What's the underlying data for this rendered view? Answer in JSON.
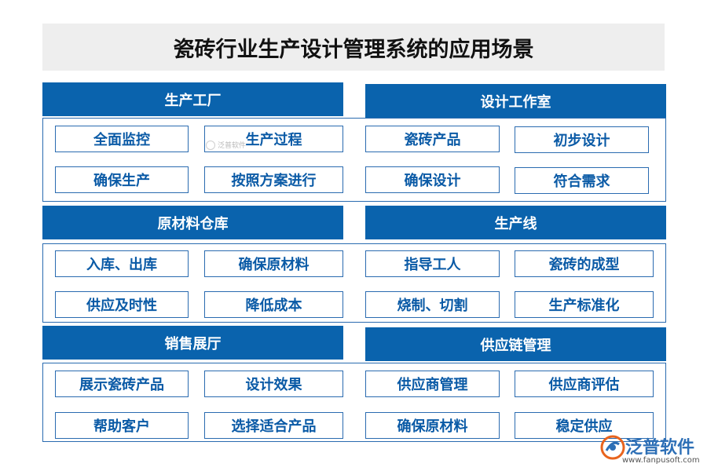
{
  "title": "瓷砖行业生产设计管理系统的应用场景",
  "sections": [
    {
      "header": "生产工厂",
      "items": [
        "全面监控",
        "生产过程",
        "确保生产",
        "按照方案进行"
      ]
    },
    {
      "header": "设计工作室",
      "items": [
        "瓷砖产品",
        "初步设计",
        "确保设计",
        "符合需求"
      ]
    },
    {
      "header": "原材料仓库",
      "items": [
        "入库、出库",
        "确保原材料",
        "供应及时性",
        "降低成本"
      ]
    },
    {
      "header": "生产线",
      "items": [
        "指导工人",
        "瓷砖的成型",
        "烧制、切割",
        "生产标准化"
      ]
    },
    {
      "header": "销售展厅",
      "items": [
        "展示瓷砖产品",
        "设计效果",
        "帮助客户",
        "选择适合产品"
      ]
    },
    {
      "header": "供应链管理",
      "items": [
        "供应商管理",
        "供应商评估",
        "确保原材料",
        "稳定供应"
      ]
    }
  ],
  "watermark": "泛普软件",
  "logo": {
    "name": "泛普软件",
    "url": "www.fanpusoft.com",
    "icon": "fanpu-logo-icon"
  },
  "colors": {
    "primary": "#0a63ad",
    "text": "#0a5aa6",
    "title_bg": "#eeeeee"
  }
}
